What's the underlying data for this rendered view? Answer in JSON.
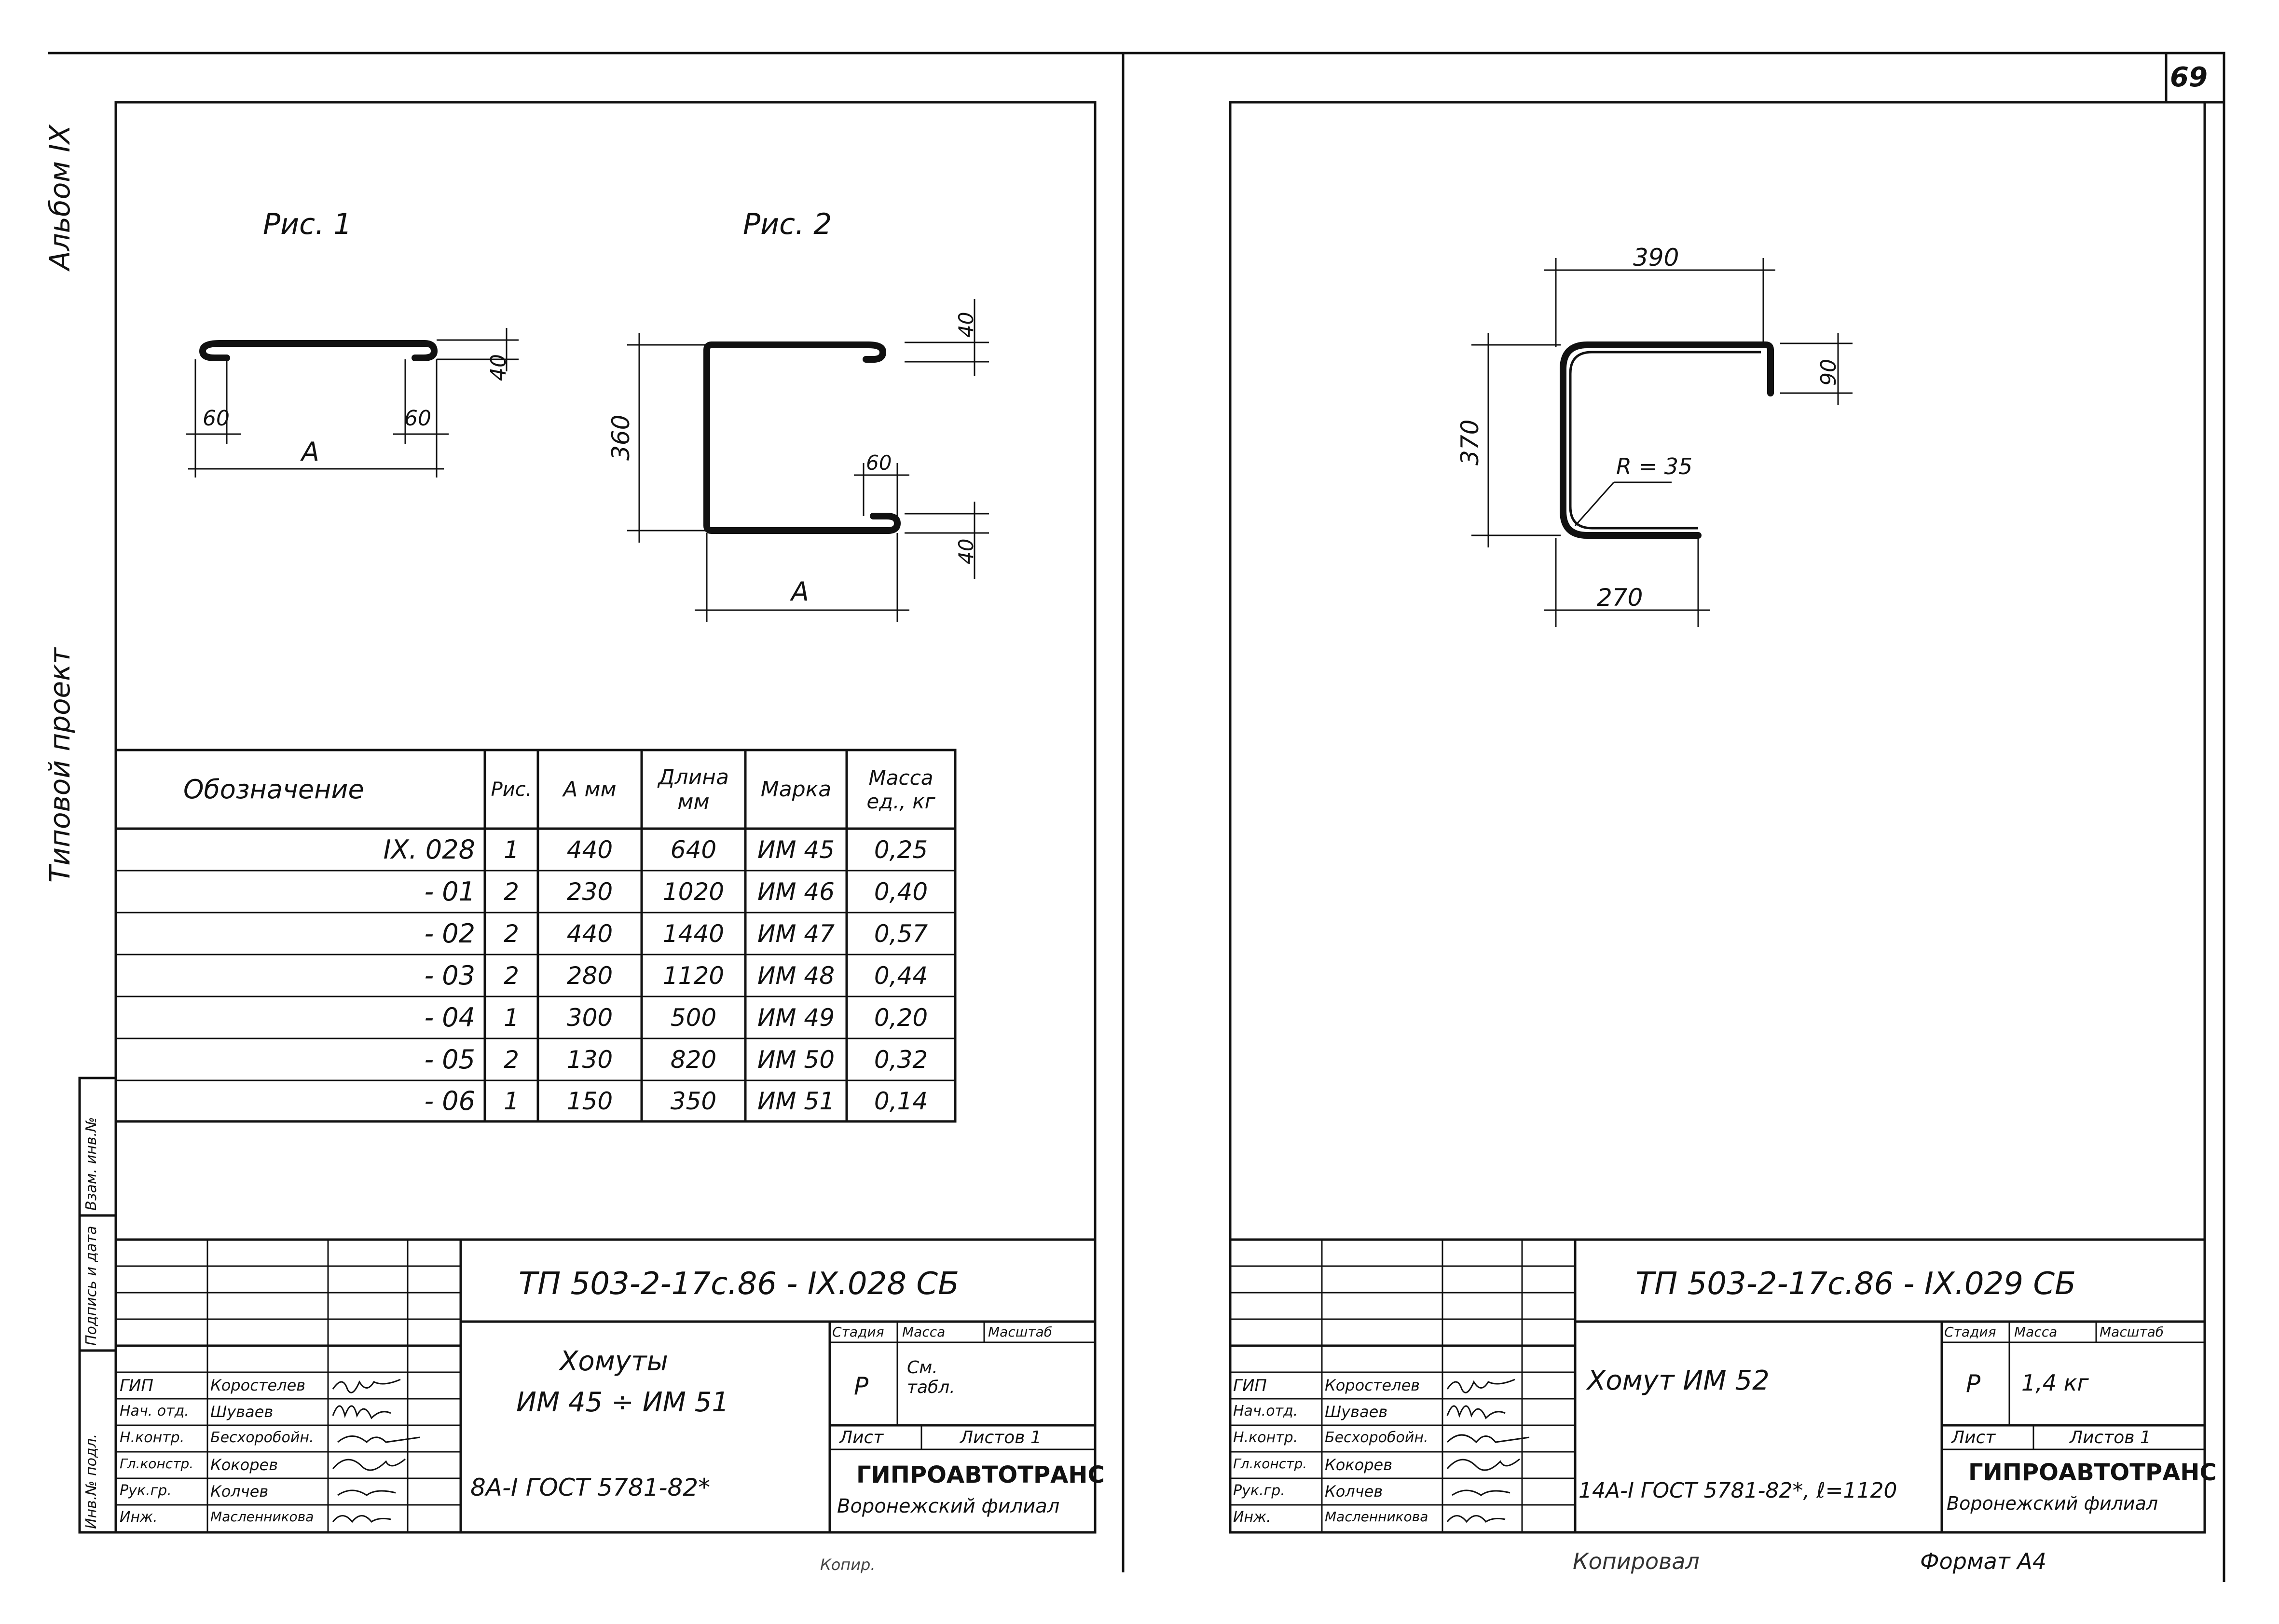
{
  "page": {
    "sheet_number": "69",
    "side_labels": [
      "Альбом IX",
      "Типовой проект"
    ],
    "side_stamp_labels": [
      "Инв.№ подл.",
      "Подпись и дата",
      "Взам. инв.№"
    ],
    "footer_left": "Копир.",
    "footer_copied": "Копировал",
    "footer_format": "Формат А4"
  },
  "left_sheet": {
    "figure1_title": "Рис. 1",
    "figure2_title": "Рис. 2",
    "fig1_dims": {
      "end_left": "60",
      "end_right": "60",
      "height": "40",
      "span": "А"
    },
    "fig2_dims": {
      "height": "360",
      "top": "40",
      "bottom": "40",
      "hook": "60",
      "span": "А"
    },
    "table": {
      "headers": [
        "Обозначение",
        "Рис.",
        "А мм",
        "Длина мм",
        "Марка",
        "Масса ед., кг"
      ],
      "rows": [
        [
          "IX. 028",
          "1",
          "440",
          "640",
          "ИМ 45",
          "0,25"
        ],
        [
          "- 01",
          "2",
          "230",
          "1020",
          "ИМ 46",
          "0,40"
        ],
        [
          "- 02",
          "2",
          "440",
          "1440",
          "ИМ 47",
          "0,57"
        ],
        [
          "- 03",
          "2",
          "280",
          "1120",
          "ИМ 48",
          "0,44"
        ],
        [
          "- 04",
          "1",
          "300",
          "500",
          "ИМ 49",
          "0,20"
        ],
        [
          "- 05",
          "2",
          "130",
          "820",
          "ИМ 50",
          "0,32"
        ],
        [
          "- 06",
          "1",
          "150",
          "350",
          "ИМ 51",
          "0,14"
        ]
      ]
    },
    "stamp": {
      "code": "ТП   503-2-17с.86 - IX.028 СБ",
      "title_line1": "Хомуты",
      "title_line2": "ИМ 45 ÷ ИМ 51",
      "material": "8А-I  ГОСТ 5781-82*",
      "stage_h": "Стадия",
      "mass_h": "Масса",
      "scale_h": "Масштаб",
      "stage": "Р",
      "mass": "См. табл.",
      "sheet": "Лист",
      "sheets": "Листов 1",
      "org1": "ГИПРОАВТОТРАНС",
      "org2": "Воронежский филиал",
      "people": [
        [
          "ГИП",
          "Коростелев"
        ],
        [
          "Нач. отд.",
          "Шуваев"
        ],
        [
          "Н.контр.",
          "Бесхоробойн."
        ],
        [
          "Гл.констр.",
          "Кокорев"
        ],
        [
          "Рук.гр.",
          "Колчев"
        ],
        [
          "Инж.",
          "Масленникова"
        ]
      ]
    }
  },
  "right_sheet": {
    "dims": {
      "top": "390",
      "height": "370",
      "hook": "90",
      "radius": "R = 35",
      "bottom": "270"
    },
    "stamp": {
      "code": "ТП    503-2-17с.86 -  IX.029 СБ",
      "title": "Хомут  ИМ 52",
      "material": "14А-I  ГОСТ 5781-82*, ℓ=1120",
      "stage_h": "Стадия",
      "mass_h": "Масса",
      "scale_h": "Масштаб",
      "stage": "Р",
      "mass": "1,4 кг",
      "sheet": "Лист",
      "sheets": "Листов 1",
      "org1": "ГИПРОАВТОТРАНС",
      "org2": "Воронежский филиал",
      "people": [
        [
          "ГИП",
          "Коростелев"
        ],
        [
          "Нач.отд.",
          "Шуваев"
        ],
        [
          "Н.контр.",
          "Бесхоробойн."
        ],
        [
          "Гл.констр.",
          "Кокорев"
        ],
        [
          "Рук.гр.",
          "Колчев"
        ],
        [
          "Инж.",
          "Масленникова"
        ]
      ]
    }
  }
}
